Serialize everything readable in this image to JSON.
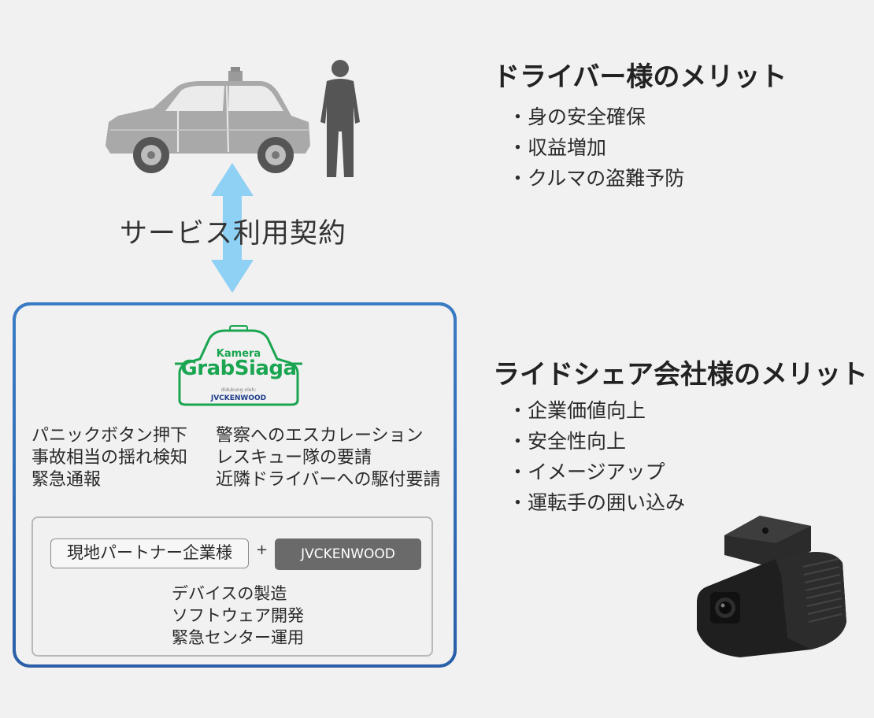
{
  "contract_label": "サービス利用契約",
  "driver": {
    "heading": "ドライバー様のメリット",
    "items": [
      "身の安全確保",
      "収益増加",
      "クルマの盗難予防"
    ]
  },
  "company": {
    "heading": "ライドシェア会社様のメリット",
    "items": [
      "企業価値向上",
      "安全性向上",
      "イメージアップ",
      "運転手の囲い込み"
    ]
  },
  "logo": {
    "kamera": "Kamera",
    "name": "GrabSiaga",
    "small": "didukung oleh:",
    "brand": "JVCKENWOOD"
  },
  "features": {
    "left": [
      "パニックボタン押下",
      "事故相当の揺れ検知",
      "緊急通報"
    ],
    "right": [
      "警察へのエスカレーション",
      "レスキュー隊の要請",
      "近隣ドライバーへの駆付要請"
    ]
  },
  "partner": {
    "local": "現地パートナー企業様",
    "plus": "+",
    "jvc": "JVCKENWOOD",
    "tasks": [
      "デバイスの製造",
      "ソフトウェア開発",
      "緊急センター運用"
    ]
  },
  "colors": {
    "arrow": "#8fd0f5",
    "frame": "#2d6fb5",
    "logo_green": "#1aa551",
    "taxi": "#a9a9a9",
    "person": "#555555"
  }
}
